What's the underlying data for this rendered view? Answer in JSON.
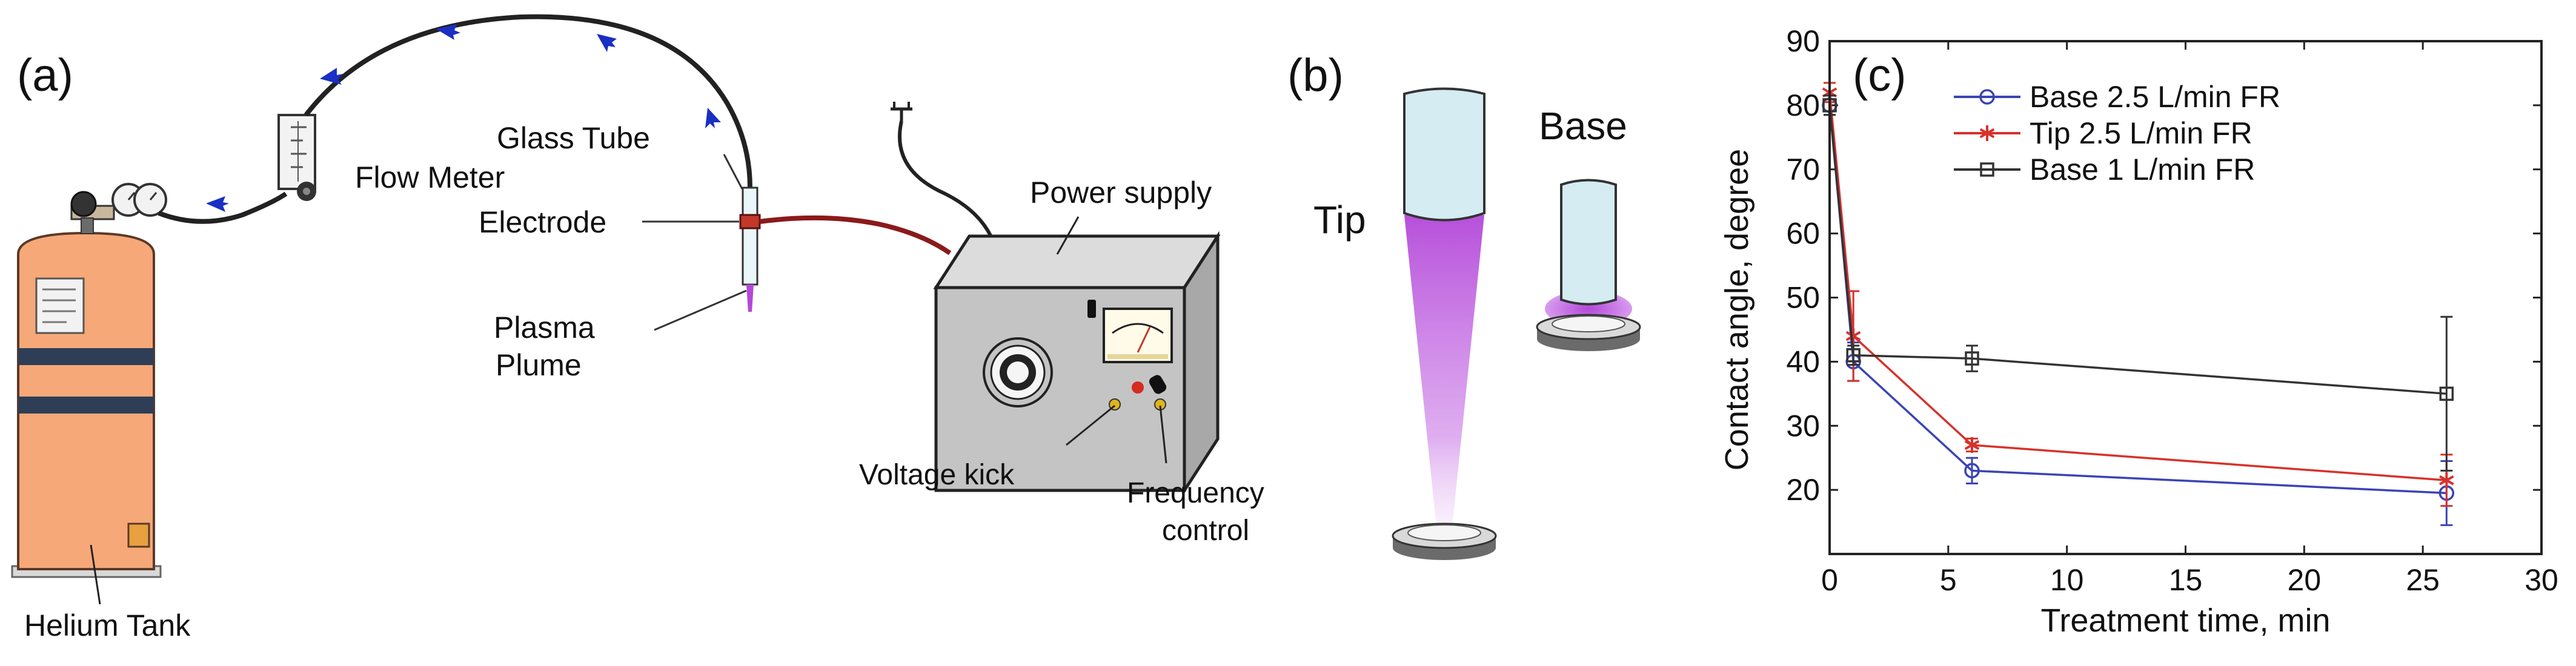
{
  "panels": {
    "a": {
      "tag": "(a)",
      "labels": {
        "flow_meter": "Flow Meter",
        "glass_tube": "Glass Tube",
        "electrode": "Electrode",
        "plasma_line1": "Plasma",
        "plasma_line2": "Plume",
        "power_supply": "Power supply",
        "voltage_kick": "Voltage kick",
        "frequency_line1": "Frequency",
        "frequency_line2": "control",
        "helium_tank": "Helium Tank"
      },
      "colors": {
        "tank": "#f7a878",
        "tank_band": "#2d3e56",
        "cable": "#8b1a1a",
        "plasma": "#b347d9",
        "flow_arrow": "#1a2fc4",
        "supply_box": "#c8c8c8"
      }
    },
    "b": {
      "tag": "(b)",
      "labels": {
        "tip": "Tip",
        "base": "Base"
      },
      "colors": {
        "tube": "#d4ecf2",
        "plasma": "#b347d9"
      }
    },
    "c": {
      "tag": "(c)"
    }
  },
  "chart_data": {
    "type": "line",
    "xlabel": "Treatment time, min",
    "ylabel": "Contact angle, degree",
    "xlim": [
      0,
      30
    ],
    "ylim": [
      10,
      90
    ],
    "xticks": [
      0,
      5,
      10,
      15,
      20,
      25,
      30
    ],
    "yticks": [
      20,
      30,
      40,
      50,
      60,
      70,
      80,
      90
    ],
    "legend_position": "top-right",
    "series": [
      {
        "name": "Base 2.5 L/min FR",
        "color": "#3a44b5",
        "marker": "circle",
        "x": [
          0,
          1,
          6,
          26
        ],
        "y": [
          80,
          40,
          23,
          19.5
        ],
        "err": [
          1.5,
          3,
          2,
          5
        ]
      },
      {
        "name": "Tip 2.5 L/min FR",
        "color": "#d6322c",
        "marker": "star",
        "x": [
          0,
          1,
          6,
          26
        ],
        "y": [
          82,
          44,
          27,
          21.5
        ],
        "err": [
          1.5,
          7,
          1,
          4
        ]
      },
      {
        "name": "Base 1 L/min FR",
        "color": "#333333",
        "marker": "square",
        "x": [
          0,
          1,
          6,
          26
        ],
        "y": [
          80,
          41,
          40.5,
          35
        ],
        "err": [
          1.5,
          1.5,
          2,
          12
        ]
      }
    ]
  }
}
